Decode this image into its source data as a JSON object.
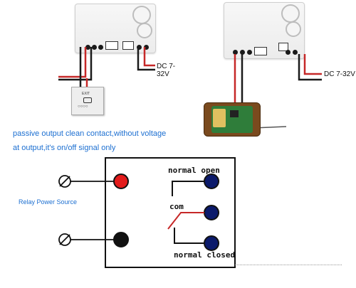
{
  "top_left": {
    "dc_label": "DC 7-32V",
    "exit_switch_label": "EXIT"
  },
  "top_right": {
    "dc_label": "DC 7-32V"
  },
  "description": {
    "line1": "passive output clean contact,without voltage",
    "line2": "at output,it's on/off signal only"
  },
  "diagram": {
    "normal_open": "normal open",
    "com": "com",
    "normal_closed": "normal closed",
    "relay_power_source": "Relay Power Source"
  },
  "colors": {
    "wire_red": "#c62828",
    "wire_black": "#1a1a1a",
    "terminal_red": "#e31b1b",
    "terminal_blue": "#0b1a6b",
    "text_blue": "#1c6fd1"
  }
}
